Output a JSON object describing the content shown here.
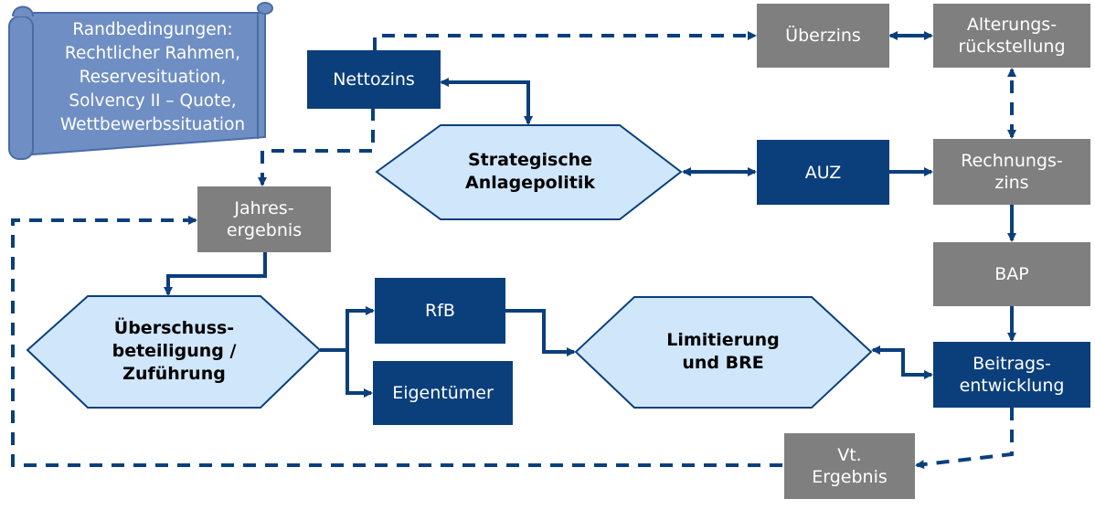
{
  "scroll": {
    "text": "Randbedingungen:\nRechtlicher Rahmen,\nReservesituation,\nSolvency II – Quote,\nWettbewerbssituation"
  },
  "nodes": {
    "nettozins": "Nettozins",
    "ueberzins": "Überzins",
    "alterungsrueckstellung": "Alterungs-\nrückstellung",
    "strategische_anlagepolitik": "Strategische\nAnlagepolitik",
    "auz": "AUZ",
    "rechnungszins": "Rechnungs-\nzins",
    "jahresergebnis": "Jahres-\nergebnis",
    "bap": "BAP",
    "ueberschussbeteiligung": "Überschuss-\nbeteiligung /\nZuführung",
    "rfb": "RfB",
    "eigentuemer": "Eigentümer",
    "limitierung_bre": "Limitierung\nund BRE",
    "beitragsentwicklung": "Beitrags-\nentwicklung",
    "vt_ergebnis": "Vt.\nErgebnis"
  },
  "colors": {
    "dark_box": "#0b3f7c",
    "grey_box": "#7f7f7f",
    "hexagon_fill": "#cfe6fb",
    "connector": "#0b3f7c",
    "scroll_fill": "#6f8fc4"
  }
}
